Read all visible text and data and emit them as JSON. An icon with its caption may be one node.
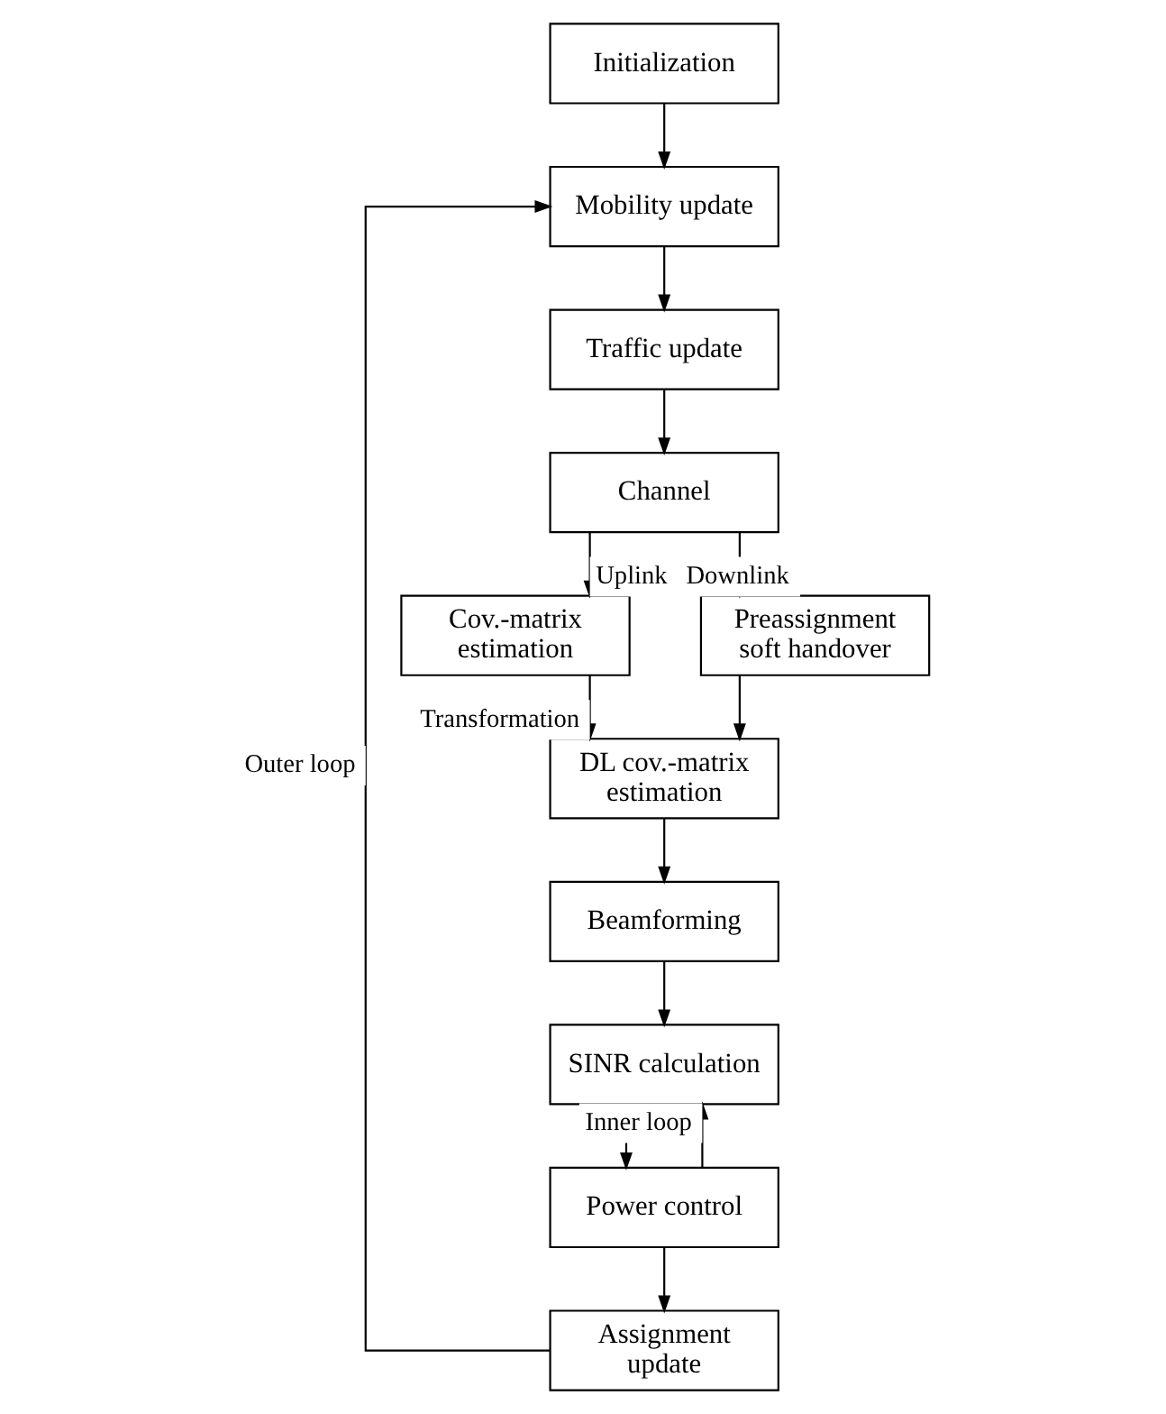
{
  "diagram": {
    "nodes": [
      {
        "text": [
          "Initialization"
        ]
      },
      {
        "text": [
          "Mobility update"
        ]
      },
      {
        "text": [
          "Traffic update"
        ]
      },
      {
        "text": [
          "Channel"
        ]
      },
      {
        "text": [
          "Cov.-matrix estimation"
        ]
      },
      {
        "text": [
          "Preassignment soft handover"
        ]
      },
      {
        "text": [
          "DL cov.-matrix estimation"
        ]
      },
      {
        "text": [
          "Beamforming"
        ]
      },
      {
        "text": [
          "SINR calculation"
        ]
      },
      {
        "text": [
          "Power control"
        ]
      },
      {
        "text": [
          "Assignment update"
        ]
      }
    ],
    "edges": [
      {
        "from": 0,
        "to": 1,
        "arrow": "to"
      },
      {
        "from": 1,
        "to": 2,
        "arrow": "to"
      },
      {
        "from": 2,
        "to": 3,
        "arrow": "to"
      },
      {
        "from": 3,
        "to": 4,
        "arrow": "to",
        "label": "Uplink"
      },
      {
        "from": 3,
        "to": 5,
        "arrow": "to",
        "label": "Downlink"
      },
      {
        "from": 4,
        "to": 6,
        "arrow": "to",
        "label": "Transformation"
      },
      {
        "from": 5,
        "to": 6,
        "arrow": "to"
      },
      {
        "from": 6,
        "to": 7,
        "arrow": "to"
      },
      {
        "from": 7,
        "to": 8,
        "arrow": "to"
      },
      {
        "from": 8,
        "to": 9,
        "arrow": "to"
      },
      {
        "from": 9,
        "to": 8,
        "arrow": "to",
        "label": "Inner loop"
      },
      {
        "from": 9,
        "to": 10,
        "arrow": "to"
      },
      {
        "from": 10,
        "to": 1,
        "arrow": "to",
        "label": "Outer loop"
      }
    ]
  }
}
